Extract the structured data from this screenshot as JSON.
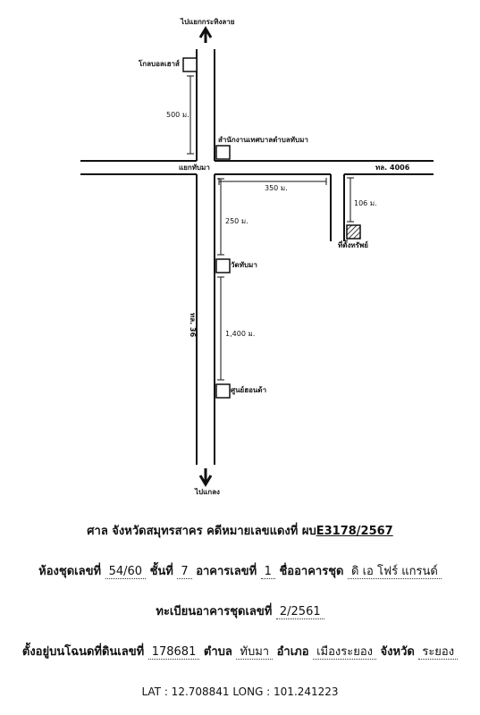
{
  "map": {
    "north_destination": "ไปแยกกระทิงลาย",
    "south_destination": "ไปแกลง",
    "golf_house": "โกลบอลเฮาส์",
    "dist_golf": "500 ม.",
    "municipal_office": "สำนักงานเทศบาลตำบลทับมา",
    "junction": "แยกทับมา",
    "road_4006": "ทล. 4006",
    "road_36": "ทล. 36",
    "dist_350": "350 ม.",
    "dist_106": "106 ม.",
    "property": "ที่ตั้งทรัพย์",
    "dist_250": "250 ม.",
    "temple": "วัดทับมา",
    "dist_1400": "1,400 ม.",
    "mall": "ศูนย์ฮอนด้า"
  },
  "caption": {
    "line1_prefix": "ศาล จังหวัดสมุทรสาคร คดีหมายเลขแดงที่  ผบ",
    "case_no": "E3178/2567",
    "line2_a": "ห้องชุดเลขที่",
    "room_no": "54/60",
    "line2_b": "ชั้นที่",
    "floor_no": "7",
    "line2_c": "อาคารเลขที่",
    "building_no": "1",
    "line2_d": "ชื่ออาคารชุด",
    "building_name": "ดิ เอ โฟร์ แกรนด์",
    "line3_a": "ทะเบียนอาคารชุดเลขที่",
    "registry_no": "2/2561",
    "line4_a": "ตั้งอยู่บนโฉนดที่ดินเลขที่",
    "deed_no": "178681",
    "line4_b": "ตำบล",
    "subdistrict": "ทับมา",
    "line4_c": "อำเภอ",
    "district": "เมืองระยอง",
    "line4_d": "จังหวัด",
    "province": "ระยอง",
    "coords": "LAT : 12.708841  LONG : 101.241223"
  }
}
